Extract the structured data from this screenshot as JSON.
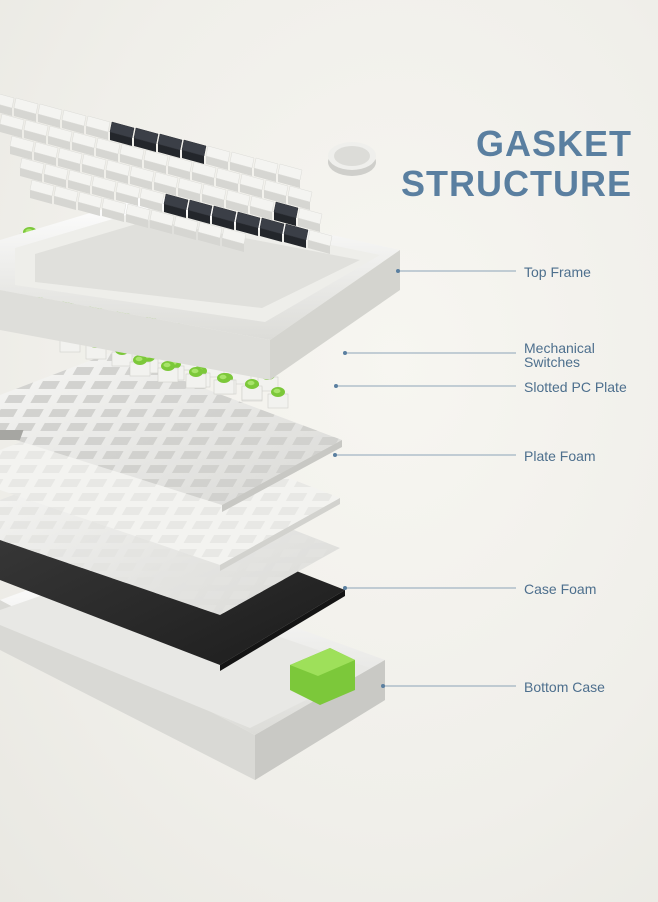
{
  "title": {
    "line1": "GASKET",
    "line2": "STRUCTURE"
  },
  "labels": {
    "top_frame": "Top Frame",
    "mechanical_switches_1": "Mechanical",
    "mechanical_switches_2": "Switches",
    "slotted_pc_plate": "Slotted PC Plate",
    "plate_foam": "Plate Foam",
    "case_foam": "Case Foam",
    "bottom_case": "Bottom Case"
  },
  "colors": {
    "accent": "#5a7fa0",
    "switch_green": "#7cc83a",
    "keycap_dark": "#3b3f47",
    "keycap_white": "#f4f4f1",
    "case_foam": "#2a2a2a"
  }
}
